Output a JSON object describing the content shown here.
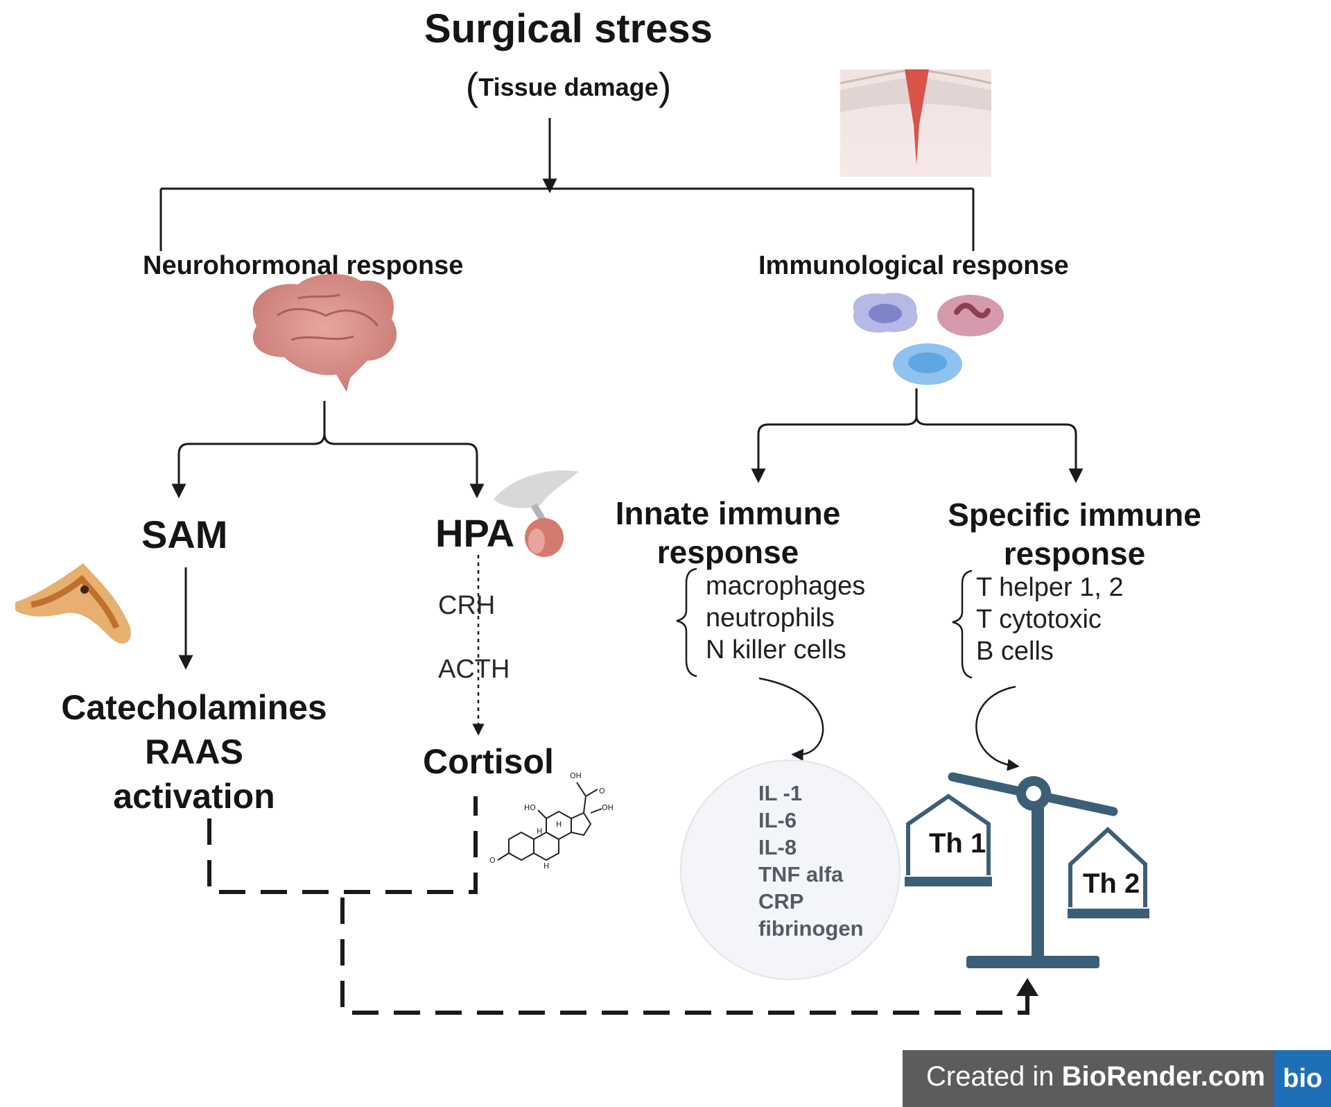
{
  "title": "Surgical stress",
  "subtitle": "Tissue damage",
  "branches": {
    "left": "Neurohormonal response",
    "right": "Immunological response"
  },
  "neuro": {
    "sam": "SAM",
    "hpa": "HPA",
    "crh": "CRH",
    "acth": "ACTH",
    "catecholamines": [
      "Catecholamines",
      "RAAS",
      "activation"
    ],
    "cortisol": "Cortisol"
  },
  "immune": {
    "innate_title": [
      "Innate immune",
      "response"
    ],
    "innate_items": [
      "macrophages",
      "neutrophils",
      "N killer cells"
    ],
    "specific_title": [
      "Specific immune",
      "response"
    ],
    "specific_items": [
      "T helper 1, 2",
      "T cytotoxic",
      "B cells"
    ],
    "cytokines": [
      "IL -1",
      "IL-6",
      "IL-8",
      "TNF alfa",
      "CRP",
      "fibrinogen"
    ],
    "th1": "Th 1",
    "th2": "Th 2"
  },
  "molecule_labels": {
    "oh_top": "OH",
    "ho": "HO",
    "oh_side": "OH",
    "o_ketone": "O",
    "o_ring": "O",
    "h1": "H",
    "h2": "H",
    "h3": "H"
  },
  "badge": {
    "prefix": "Created in ",
    "brand": "BioRender.com",
    "logo": "bio"
  },
  "colors": {
    "line": "#1a1a1a",
    "scale": "#3c5f78",
    "badge_bg": "#5a5c5e",
    "badge_logo": "#1f6fb7"
  }
}
